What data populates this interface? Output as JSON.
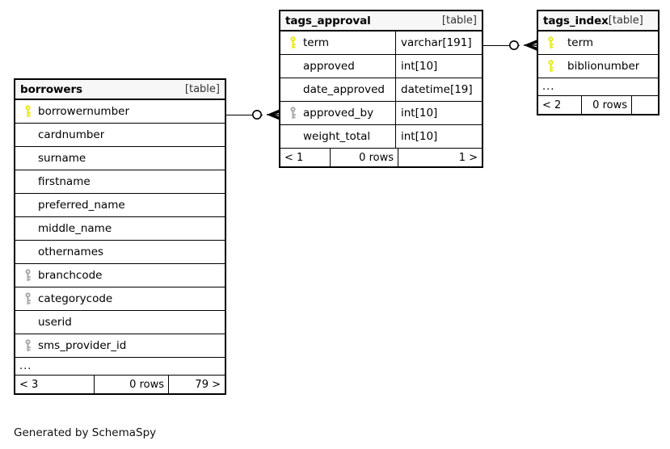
{
  "diagram": {
    "generator_note": "Generated by SchemaSpy",
    "table_tag": "[table]",
    "ellipsis": "...",
    "key_colors": {
      "primary_key": "#e8e81c",
      "foreign_key": "#aaaaaa"
    }
  },
  "tables": [
    {
      "id": "borrowers",
      "name": "borrowers",
      "tag": "[table]",
      "columns": [
        {
          "name": "borrowernumber",
          "key": "primary",
          "type": ""
        },
        {
          "name": "cardnumber",
          "key": "none",
          "type": ""
        },
        {
          "name": "surname",
          "key": "none",
          "type": ""
        },
        {
          "name": "firstname",
          "key": "none",
          "type": ""
        },
        {
          "name": "preferred_name",
          "key": "none",
          "type": ""
        },
        {
          "name": "middle_name",
          "key": "none",
          "type": ""
        },
        {
          "name": "othernames",
          "key": "none",
          "type": ""
        },
        {
          "name": "branchcode",
          "key": "foreign",
          "type": ""
        },
        {
          "name": "categorycode",
          "key": "foreign",
          "type": ""
        },
        {
          "name": "userid",
          "key": "none",
          "type": ""
        },
        {
          "name": "sms_provider_id",
          "key": "foreign",
          "type": ""
        }
      ],
      "has_more": true,
      "footer": {
        "prev": "< 3",
        "rows": "0 rows",
        "next": "79 >"
      }
    },
    {
      "id": "tags_approval",
      "name": "tags_approval",
      "tag": "[table]",
      "columns": [
        {
          "name": "term",
          "key": "primary",
          "type": "varchar[191]"
        },
        {
          "name": "approved",
          "key": "none",
          "type": "int[10]"
        },
        {
          "name": "date_approved",
          "key": "none",
          "type": "datetime[19]"
        },
        {
          "name": "approved_by",
          "key": "foreign",
          "type": "int[10]"
        },
        {
          "name": "weight_total",
          "key": "none",
          "type": "int[10]"
        }
      ],
      "has_more": false,
      "footer": {
        "prev": "< 1",
        "rows": "0 rows",
        "next": "1 >"
      }
    },
    {
      "id": "tags_index",
      "name": "tags_index",
      "tag": "[table]",
      "columns": [
        {
          "name": "term",
          "key": "primary",
          "type": ""
        },
        {
          "name": "biblionumber",
          "key": "primary",
          "type": ""
        }
      ],
      "has_more": true,
      "footer": {
        "prev": "< 2",
        "rows": "0 rows",
        "next": ""
      }
    }
  ],
  "relationships": [
    {
      "from": "borrowers.borrowernumber",
      "to": "tags_approval.approved_by"
    },
    {
      "from": "tags_approval.term",
      "to": "tags_index.term"
    }
  ]
}
